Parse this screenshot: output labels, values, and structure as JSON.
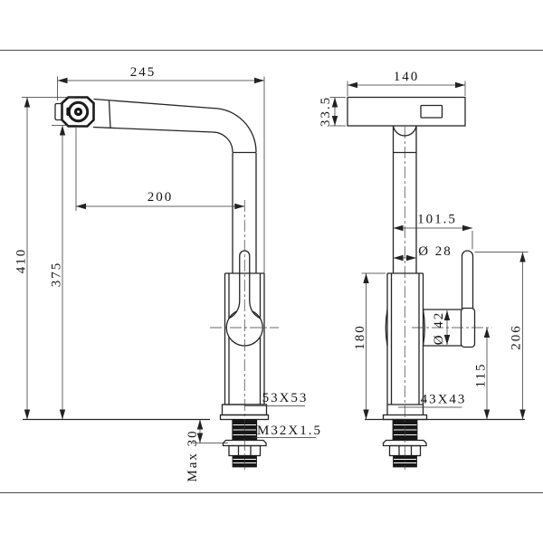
{
  "drawing": {
    "type": "faucet-installation-dimension-drawing",
    "colors": {
      "ink": "#222222",
      "background": "#ffffff"
    },
    "dims": {
      "left": {
        "total_width": "245",
        "reach": "200",
        "total_height": "410",
        "spout_height": "375",
        "body_section": "53X53",
        "thread": "M32X1.5",
        "max_deck": "Max 30"
      },
      "right": {
        "head_width": "140",
        "head_height": "33.5",
        "handle_reach": "101.5",
        "column_diameter": "Ø 28",
        "body_height": "180",
        "handle_diameter": "Ø 42",
        "handle_height": "206",
        "handle_center_height": "115",
        "body_section": "43X43"
      }
    }
  }
}
